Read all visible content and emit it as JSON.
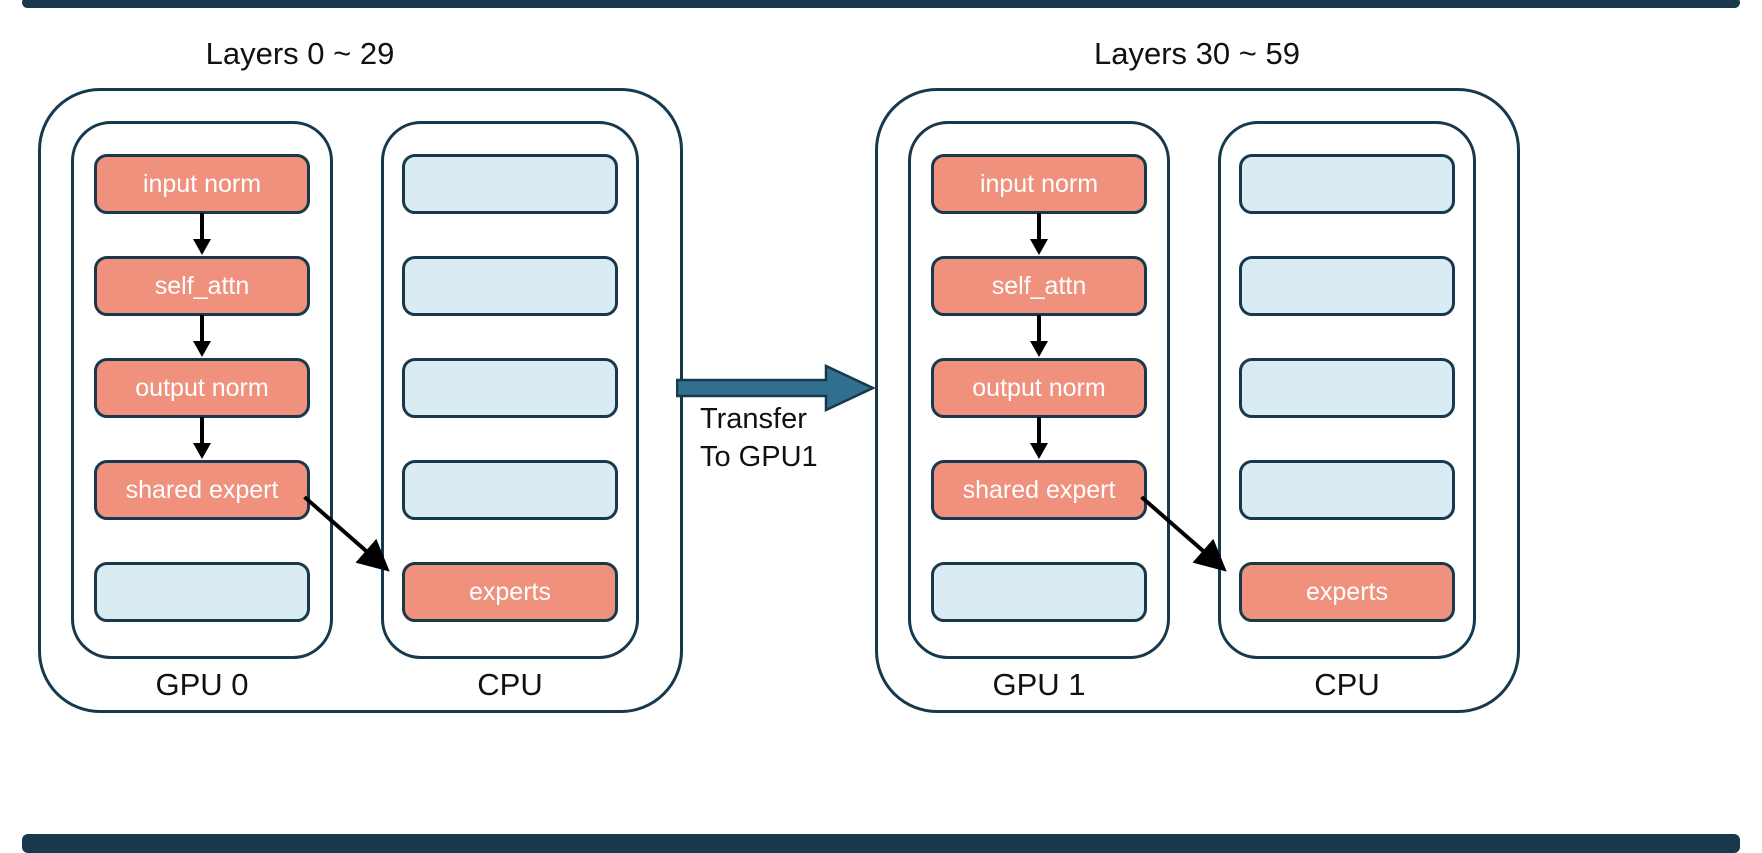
{
  "panels": [
    {
      "title": "Layers 0 ~ 29",
      "gpu_label": "GPU 0",
      "cpu_label": "CPU",
      "gpu_boxes": [
        "input norm",
        "self_attn",
        "output norm",
        "shared expert"
      ],
      "experts_label": "experts"
    },
    {
      "title": "Layers 30 ~ 59",
      "gpu_label": "GPU 1",
      "cpu_label": "CPU",
      "gpu_boxes": [
        "input norm",
        "self_attn",
        "output norm",
        "shared expert"
      ],
      "experts_label": "experts"
    }
  ],
  "transfer": {
    "line1": "Transfer",
    "line2": "To GPU1"
  },
  "colors": {
    "module_fill": "#f0917e",
    "placeholder_fill": "#d9ebf3",
    "outline": "#17384d",
    "transfer_arrow_fill": "#31708f",
    "flow_arrow": "#000000",
    "slide_edge": "#17384d"
  }
}
